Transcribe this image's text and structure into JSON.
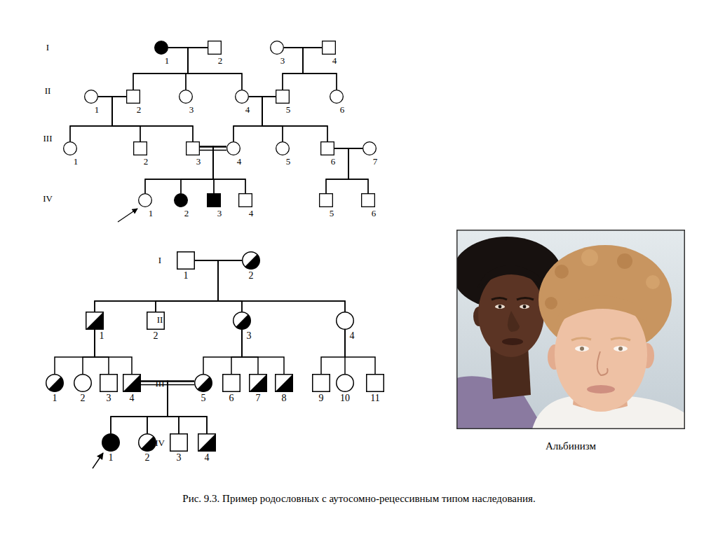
{
  "diagram": {
    "caption": "Рис. 9.3. Пример родословных с аутосомно-рецессивным типом наследования.",
    "nodes": [
      {
        "text": [
          "1"
        ]
      },
      {
        "text": [
          "2"
        ]
      },
      {
        "text": [
          "3"
        ]
      },
      {
        "text": [
          "4"
        ]
      },
      {
        "text": [
          "1"
        ]
      },
      {
        "text": [
          "2"
        ]
      },
      {
        "text": [
          "3"
        ]
      },
      {
        "text": [
          "4"
        ]
      },
      {
        "text": [
          "5"
        ]
      },
      {
        "text": [
          "6"
        ]
      },
      {
        "text": [
          "1"
        ]
      },
      {
        "text": [
          "2"
        ]
      },
      {
        "text": [
          "3"
        ]
      },
      {
        "text": [
          "4"
        ]
      },
      {
        "text": [
          "5"
        ]
      },
      {
        "text": [
          "6"
        ]
      },
      {
        "text": [
          "7"
        ]
      },
      {
        "text": [
          "1"
        ]
      },
      {
        "text": [
          "2"
        ]
      },
      {
        "text": [
          "3"
        ]
      },
      {
        "text": [
          "4"
        ]
      },
      {
        "text": [
          "5"
        ]
      },
      {
        "text": [
          "6"
        ]
      },
      {
        "text": [
          "1"
        ]
      },
      {
        "text": [
          "2"
        ]
      },
      {
        "text": [
          "1"
        ]
      },
      {
        "text": [
          "2"
        ]
      },
      {
        "text": [
          "3"
        ]
      },
      {
        "text": [
          "4"
        ]
      },
      {
        "text": [
          "1"
        ]
      },
      {
        "text": [
          "2"
        ]
      },
      {
        "text": [
          "3"
        ]
      },
      {
        "text": [
          "4"
        ]
      },
      {
        "text": [
          "5"
        ]
      },
      {
        "text": [
          "6"
        ]
      },
      {
        "text": [
          "7"
        ]
      },
      {
        "text": [
          "8"
        ]
      },
      {
        "text": [
          "9"
        ]
      },
      {
        "text": [
          "10"
        ]
      },
      {
        "text": [
          "11"
        ]
      },
      {
        "text": [
          "1"
        ]
      },
      {
        "text": [
          "2"
        ]
      },
      {
        "text": [
          "3"
        ]
      },
      {
        "text": [
          "4"
        ]
      }
    ],
    "edges": [
      {
        "from": 0,
        "to": 1,
        "arrow": "none"
      },
      {
        "from": 0,
        "to": 5,
        "arrow": "none"
      },
      {
        "from": 0,
        "to": 6,
        "arrow": "none"
      },
      {
        "from": 0,
        "to": 7,
        "arrow": "none"
      },
      {
        "from": 1,
        "to": 5,
        "arrow": "none"
      },
      {
        "from": 1,
        "to": 6,
        "arrow": "none"
      },
      {
        "from": 1,
        "to": 7,
        "arrow": "none"
      },
      {
        "from": 2,
        "to": 3,
        "arrow": "none"
      },
      {
        "from": 2,
        "to": 8,
        "arrow": "none"
      },
      {
        "from": 2,
        "to": 9,
        "arrow": "none"
      },
      {
        "from": 3,
        "to": 8,
        "arrow": "none"
      },
      {
        "from": 3,
        "to": 9,
        "arrow": "none"
      },
      {
        "from": 4,
        "to": 5,
        "arrow": "none"
      },
      {
        "from": 4,
        "to": 10,
        "arrow": "none"
      },
      {
        "from": 4,
        "to": 11,
        "arrow": "none"
      },
      {
        "from": 4,
        "to": 12,
        "arrow": "none"
      },
      {
        "from": 5,
        "to": 10,
        "arrow": "none"
      },
      {
        "from": 5,
        "to": 11,
        "arrow": "none"
      },
      {
        "from": 5,
        "to": 12,
        "arrow": "none"
      },
      {
        "from": 7,
        "to": 8,
        "arrow": "none"
      },
      {
        "from": 7,
        "to": 13,
        "arrow": "none"
      },
      {
        "from": 7,
        "to": 14,
        "arrow": "none"
      },
      {
        "from": 7,
        "to": 15,
        "arrow": "none"
      },
      {
        "from": 8,
        "to": 13,
        "arrow": "none"
      },
      {
        "from": 8,
        "to": 14,
        "arrow": "none"
      },
      {
        "from": 8,
        "to": 15,
        "arrow": "none"
      },
      {
        "from": 12,
        "to": 13,
        "arrow": "none"
      },
      {
        "from": 12,
        "to": 17,
        "arrow": "none"
      },
      {
        "from": 12,
        "to": 18,
        "arrow": "none"
      },
      {
        "from": 12,
        "to": 19,
        "arrow": "none"
      },
      {
        "from": 12,
        "to": 20,
        "arrow": "none"
      },
      {
        "from": 13,
        "to": 17,
        "arrow": "none"
      },
      {
        "from": 13,
        "to": 18,
        "arrow": "none"
      },
      {
        "from": 13,
        "to": 19,
        "arrow": "none"
      },
      {
        "from": 13,
        "to": 20,
        "arrow": "none"
      },
      {
        "from": 15,
        "to": 16,
        "arrow": "none"
      },
      {
        "from": 15,
        "to": 21,
        "arrow": "none"
      },
      {
        "from": 15,
        "to": 22,
        "arrow": "none"
      },
      {
        "from": 16,
        "to": 21,
        "arrow": "none"
      },
      {
        "from": 16,
        "to": 22,
        "arrow": "none"
      },
      {
        "from": 23,
        "to": 24,
        "arrow": "none"
      },
      {
        "from": 23,
        "to": 25,
        "arrow": "none"
      },
      {
        "from": 23,
        "to": 26,
        "arrow": "none"
      },
      {
        "from": 23,
        "to": 27,
        "arrow": "none"
      },
      {
        "from": 23,
        "to": 28,
        "arrow": "none"
      },
      {
        "from": 24,
        "to": 25,
        "arrow": "none"
      },
      {
        "from": 24,
        "to": 26,
        "arrow": "none"
      },
      {
        "from": 24,
        "to": 27,
        "arrow": "none"
      },
      {
        "from": 24,
        "to": 28,
        "arrow": "none"
      },
      {
        "from": 25,
        "to": 29,
        "arrow": "none"
      },
      {
        "from": 25,
        "to": 30,
        "arrow": "none"
      },
      {
        "from": 25,
        "to": 31,
        "arrow": "none"
      },
      {
        "from": 25,
        "to": 32,
        "arrow": "none"
      },
      {
        "from": 27,
        "to": 33,
        "arrow": "none"
      },
      {
        "from": 27,
        "to": 34,
        "arrow": "none"
      },
      {
        "from": 27,
        "to": 35,
        "arrow": "none"
      },
      {
        "from": 27,
        "to": 36,
        "arrow": "none"
      },
      {
        "from": 28,
        "to": 37,
        "arrow": "none"
      },
      {
        "from": 28,
        "to": 38,
        "arrow": "none"
      },
      {
        "from": 28,
        "to": 39,
        "arrow": "none"
      },
      {
        "from": 32,
        "to": 33,
        "arrow": "none"
      },
      {
        "from": 32,
        "to": 40,
        "arrow": "none"
      },
      {
        "from": 32,
        "to": 41,
        "arrow": "none"
      },
      {
        "from": 32,
        "to": 42,
        "arrow": "none"
      },
      {
        "from": 32,
        "to": 43,
        "arrow": "none"
      },
      {
        "from": 33,
        "to": 40,
        "arrow": "none"
      },
      {
        "from": 33,
        "to": 41,
        "arrow": "none"
      },
      {
        "from": 33,
        "to": 42,
        "arrow": "none"
      },
      {
        "from": 33,
        "to": 43,
        "arrow": "none"
      }
    ],
    "labels": [
      "I",
      "II",
      "III",
      "IV",
      "I",
      "II",
      "III",
      "IV",
      "Альбинизм"
    ]
  }
}
